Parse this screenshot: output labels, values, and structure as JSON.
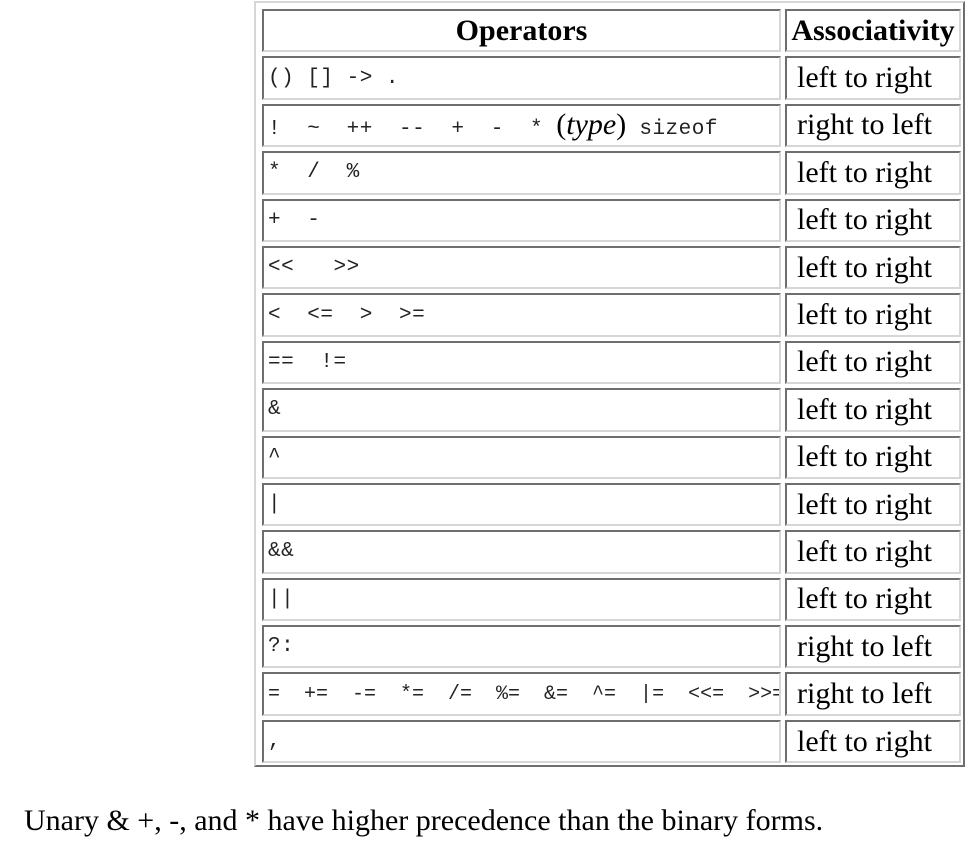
{
  "table": {
    "headers": {
      "operators": "Operators",
      "associativity": "Associativity"
    },
    "rows": [
      {
        "ops": "()  []  ->  .",
        "assoc": "left to right"
      },
      {
        "ops_pre": "!  ~  ++  --  +  -  *",
        "ops_type_open": "(",
        "ops_type": "type",
        "ops_type_close": ")",
        "ops_post": "sizeof",
        "assoc": "right to left"
      },
      {
        "ops": "*  /  %",
        "assoc": "left to right"
      },
      {
        "ops": "+  -",
        "assoc": "left to right"
      },
      {
        "ops": "<<   >>",
        "assoc": "left to right"
      },
      {
        "ops": "<  <=  >  >=",
        "assoc": "left to right"
      },
      {
        "ops": "==  !=",
        "assoc": "left to right"
      },
      {
        "ops": "&",
        "assoc": "left to right"
      },
      {
        "ops": "^",
        "assoc": "left to right"
      },
      {
        "ops": "|",
        "assoc": "left to right"
      },
      {
        "ops": "&&",
        "assoc": "left to right"
      },
      {
        "ops": "||",
        "assoc": "left to right"
      },
      {
        "ops": "?:",
        "assoc": "right to left"
      },
      {
        "ops": "=  +=  -=  *=  /=  %=  &=  ^=  |=  <<=  >>=",
        "assoc": "right to left"
      },
      {
        "ops": ",",
        "assoc": "left to right"
      }
    ]
  },
  "note": "Unary & +, -, and * have higher precedence than the binary forms."
}
